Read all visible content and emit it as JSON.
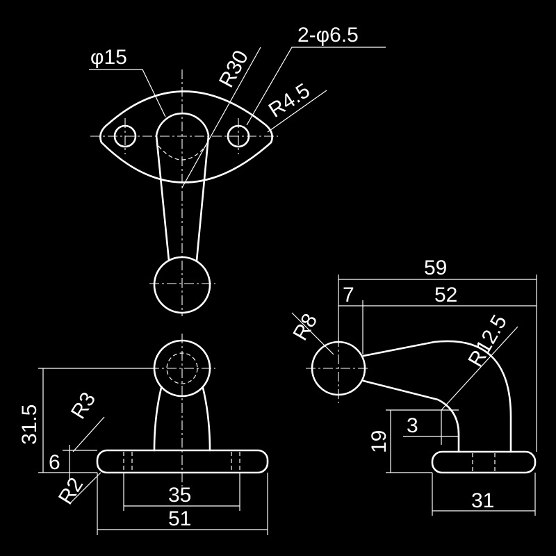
{
  "colors": {
    "background": "#000000",
    "lines": "#ffffff"
  },
  "top_view": {
    "dia_boss": "φ15",
    "radius_arm": "R30",
    "holes": "2-φ6.5",
    "radius_end": "R4.5"
  },
  "side_view": {
    "overall_length": "59",
    "offset": "7",
    "arm_length": "52",
    "ball_radius": "R8",
    "bend_radius": "R12.5",
    "wall": "3",
    "height": "19",
    "base_width": "31"
  },
  "front_view": {
    "height": "31.5",
    "fillet_top": "R3",
    "base_thickness": "6",
    "fillet_bottom": "R2",
    "hole_pitch": "35",
    "base_length": "51"
  }
}
